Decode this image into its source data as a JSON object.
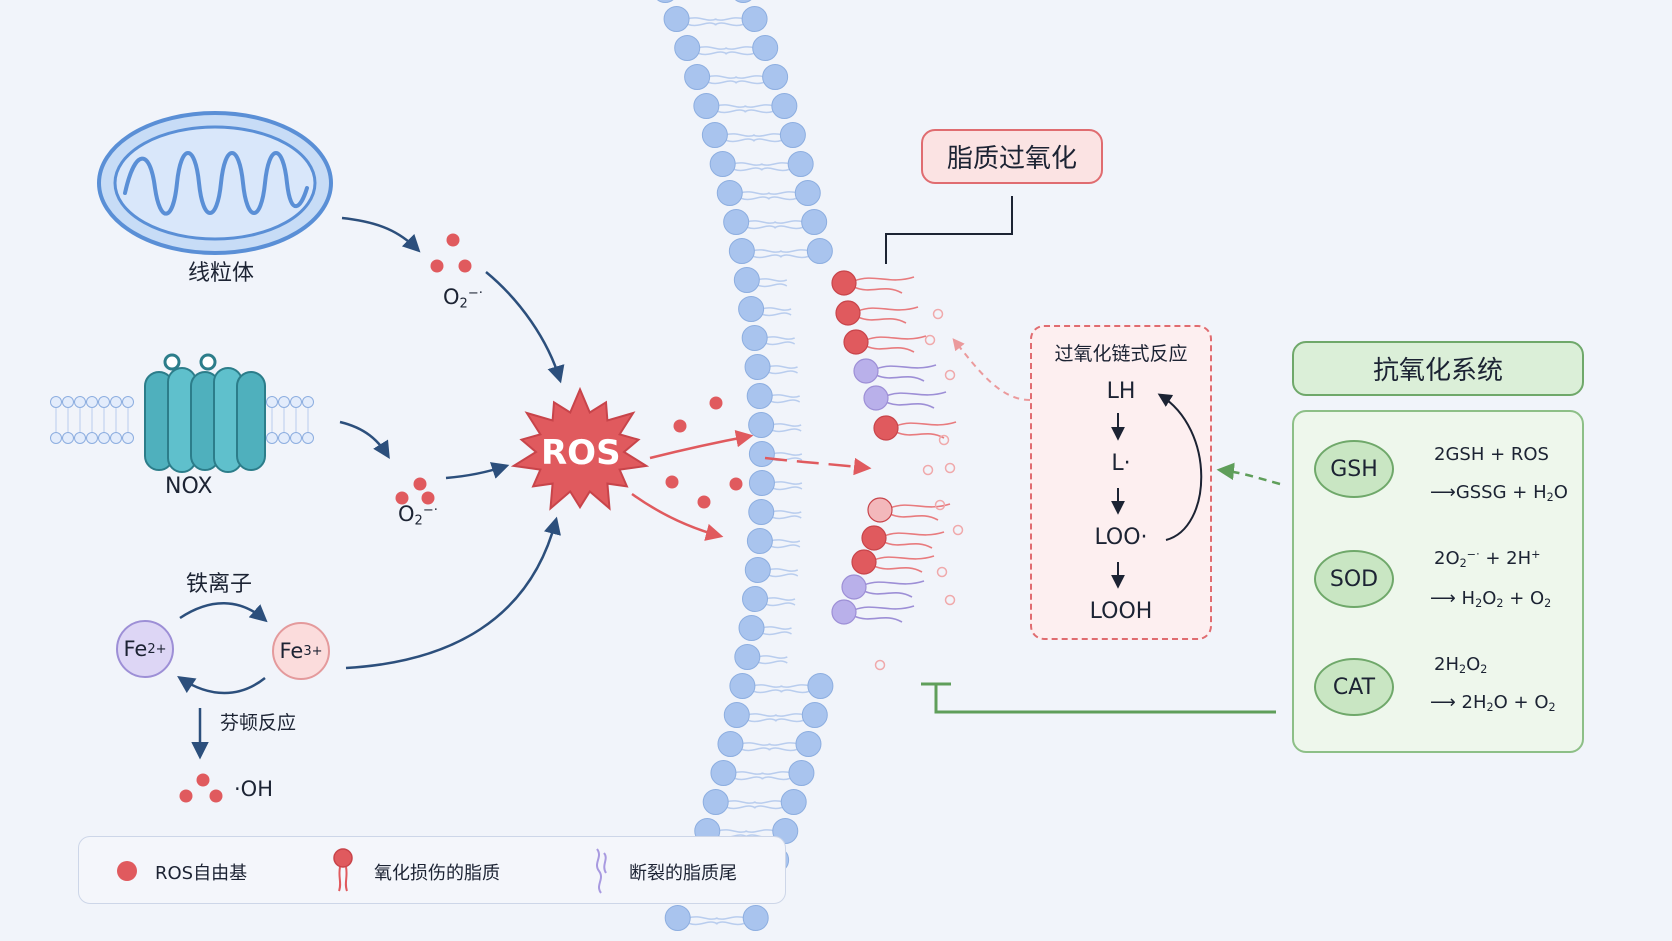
{
  "diagram": {
    "mitochondria_label": "线粒体",
    "nox_label": "NOX",
    "superoxide_1": {
      "base": "O",
      "sub": "2",
      "sup": "−·"
    },
    "superoxide_2": {
      "base": "O",
      "sub": "2",
      "sup": "−·"
    },
    "ros_label": "ROS",
    "iron": {
      "title": "铁离子",
      "fe2": {
        "base": "Fe",
        "sup": "2+"
      },
      "fe3": {
        "base": "Fe",
        "sup": "3+"
      },
      "fenton_label": "芬顿反应",
      "hydroxyl_label": "·OH"
    },
    "lipid_peroxidation": {
      "title": "脂质过氧化",
      "chain_title": "过氧化链式反应",
      "steps": [
        "LH",
        "L·",
        "LOO·",
        "LOOH"
      ]
    },
    "antioxidant": {
      "title": "抗氧化系统",
      "enzymes": [
        {
          "name": "GSH",
          "line1": "2GSH + ROS",
          "line2": {
            "arrow": "⟶",
            "a": "GSSG + H",
            "a_sub": "2",
            "b": "O"
          }
        },
        {
          "name": "SOD",
          "line1": {
            "a": "2O",
            "a_sub": "2",
            "a_sup": "−·",
            "b": " + 2H",
            "b_sup": "+"
          },
          "line2": {
            "arrow": "⟶",
            "a": " H",
            "a_sub": "2",
            "b": "O",
            "b_sub": "2",
            "c": " + O",
            "c_sub": "2"
          }
        },
        {
          "name": "CAT",
          "line1": {
            "a": "2H",
            "a_sub": "2",
            "b": "O",
            "b_sub": "2"
          },
          "line2": {
            "arrow": "⟶",
            "a": " 2H",
            "a_sub": "2",
            "b": "O + O",
            "b_sub": "2"
          }
        }
      ]
    },
    "legend": {
      "items": [
        "ROS自由基",
        "氧化损伤的脂质",
        "断裂的脂质尾"
      ]
    },
    "colors": {
      "mito_blue": "#5a8fd6",
      "membrane_head": "#a9c4ee",
      "ros_red": "#e05a5e",
      "arrow_navy": "#2c4f7c",
      "antioxidant_green": "#5f9e5a",
      "damaged_purple": "#a89ae0"
    }
  }
}
